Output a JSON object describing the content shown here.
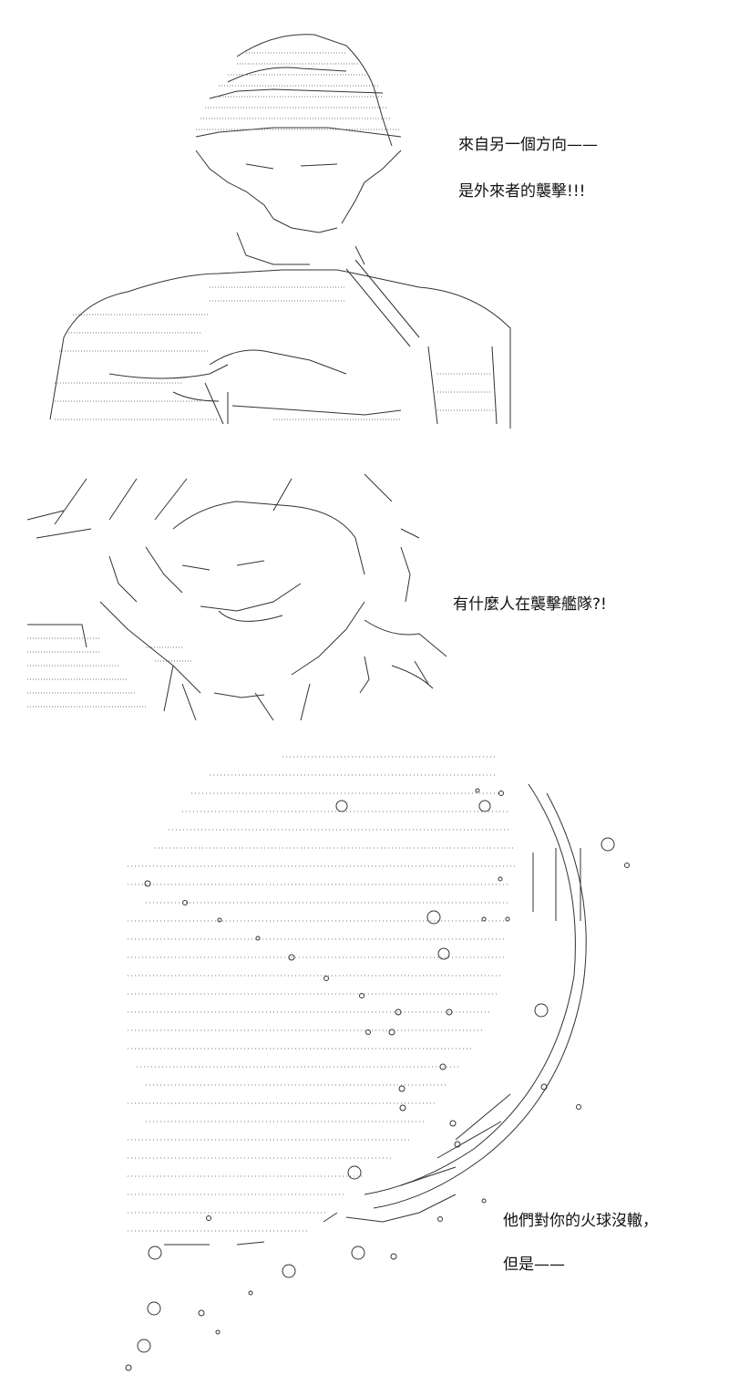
{
  "captions": {
    "panel1_line1": "來自另一個方向——",
    "panel1_line2": "是外來者的襲擊!!!",
    "panel2_line1": "有什麼人在襲擊艦隊?!",
    "panel3_line1": "他們對你的火球沒轍，",
    "panel3_line2": "但是——"
  },
  "art": {
    "panel1_figure": "ascii-art-man-in-cap",
    "panel2_figure": "ascii-art-figure-with-speed-lines",
    "panel3_figure": "ascii-art-fireball-sphere"
  }
}
